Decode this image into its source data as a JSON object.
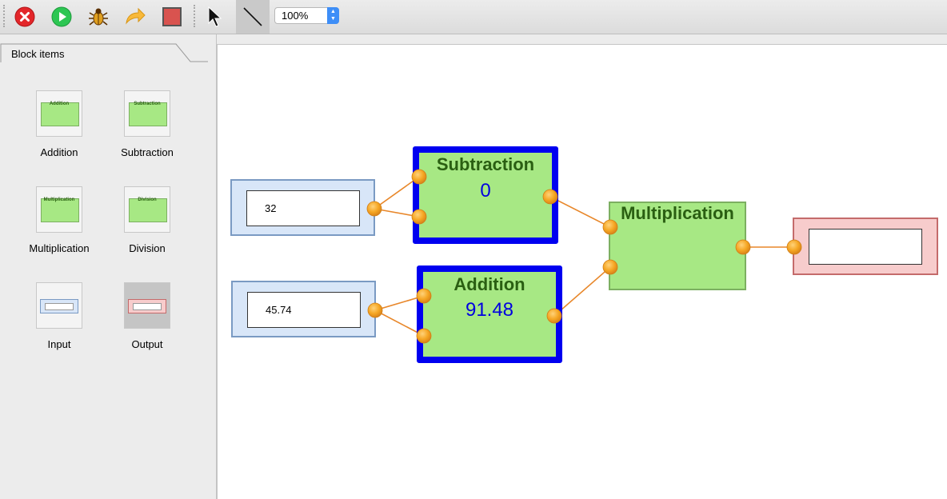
{
  "toolbar": {
    "icons": [
      "stop-icon",
      "run-icon",
      "debug-icon",
      "redo-icon",
      "stop-square-icon",
      "pointer-icon",
      "line-tool-icon"
    ],
    "zoom": "100%"
  },
  "sidebar": {
    "tab_label": "Block items",
    "items": [
      {
        "label": "Addition",
        "thumb_text": "Addition"
      },
      {
        "label": "Subtraction",
        "thumb_text": "Subtraction"
      },
      {
        "label": "Multiplication",
        "thumb_text": "Multiplication"
      },
      {
        "label": "Division",
        "thumb_text": "Division"
      },
      {
        "label": "Input"
      },
      {
        "label": "Output"
      }
    ]
  },
  "canvas": {
    "input1": {
      "value": "32"
    },
    "input2": {
      "value": "45.74"
    },
    "subtraction": {
      "title": "Subtraction",
      "value": "0"
    },
    "addition": {
      "title": "Addition",
      "value": "91.48"
    },
    "multiplication": {
      "title": "Multiplication"
    },
    "output": {
      "value": ""
    }
  },
  "colors": {
    "block_green": "#a7e884",
    "selected_border": "#0000f0",
    "value_text": "#0000e0",
    "port": "#f5a623",
    "wire": "#e8872a",
    "input_fill": "#d8e6f8",
    "output_fill": "#f7cccc"
  }
}
